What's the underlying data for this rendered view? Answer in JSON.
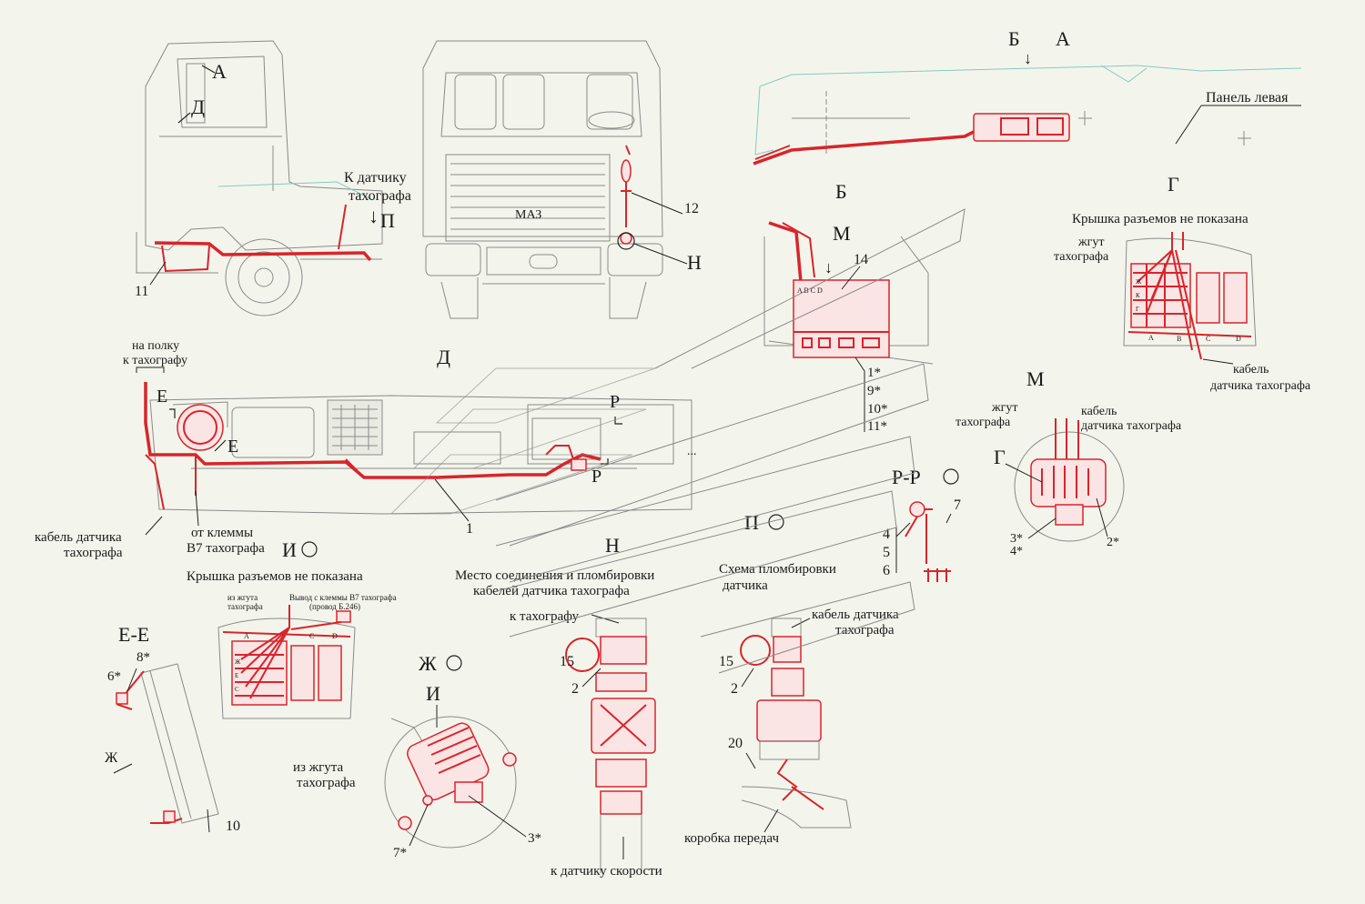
{
  "views": {
    "A": "А",
    "B": "Б",
    "G": "Г",
    "D": "Д",
    "M": "М",
    "N": "Н",
    "P": "П",
    "E": "Е",
    "R": "Р",
    "EE": "Е-Е",
    "RR": "Р-Р",
    "P_rot": "П",
    "I_rot": "И",
    "ZH_rot": "Ж",
    "I": "И",
    "ZH": "Ж"
  },
  "labels": {
    "to_sensor": "К датчику",
    "tachograph": "тахографа",
    "panel_left": "Панель левая",
    "cover_not_shown": "Крышка разъемов не показана",
    "harness": "жгут",
    "harness_tacho": "тахографа",
    "cable_sensor": "кабель",
    "cable_sensor_2": "датчика тахографа",
    "shelf_1": "на полку",
    "shelf_2": "к тахографу",
    "sensor_cable_1": "кабель датчика",
    "sensor_cable_2": "тахографа",
    "terminal_1": "от клеммы",
    "terminal_2": "В7 тахографа",
    "from_harness_1": "из жгута",
    "from_harness_2": "тахографа",
    "output_b7_1": "Вывод с клеммы В7 тахографа",
    "output_b7_2": "(провод Б.246)",
    "joint_1": "Место соединения и пломбировки",
    "joint_2": "кабелей датчика тахографа",
    "seal_1": "Схема пломбировки",
    "seal_2": "датчика",
    "to_tacho": "к тахографу",
    "to_speed": "к датчику скорости",
    "gearbox": "коробка передач",
    "cable_tacho_1": "кабель датчика",
    "cable_tacho_2": "тахографа",
    "from_harness_i1": "из жгута",
    "from_harness_i2": "тахографа"
  },
  "numbers": {
    "n1": "1",
    "n2": "2",
    "n2b": "2",
    "n4": "4",
    "n5": "5",
    "n6": "6",
    "n7": "7",
    "n10": "10",
    "n11": "11",
    "n12": "12",
    "n14": "14",
    "n15": "15",
    "n15b": "15",
    "n20": "20",
    "s1": "1*",
    "s9": "9*",
    "s10": "10*",
    "s11": "11*",
    "s2": "2*",
    "s3": "3*",
    "s4": "4*",
    "s3i": "3*",
    "s7": "7*",
    "s6": "6*",
    "s8": "8*"
  },
  "connector_letters": [
    "A",
    "B",
    "C",
    "D"
  ],
  "pin_letters": [
    "Ж",
    "К",
    "Е",
    "Г",
    "С"
  ],
  "colors": {
    "background": "#f3f5ec",
    "wiring": "#d9242b",
    "outline": "#8a8a8a",
    "cab_top": "#86c9c2"
  }
}
